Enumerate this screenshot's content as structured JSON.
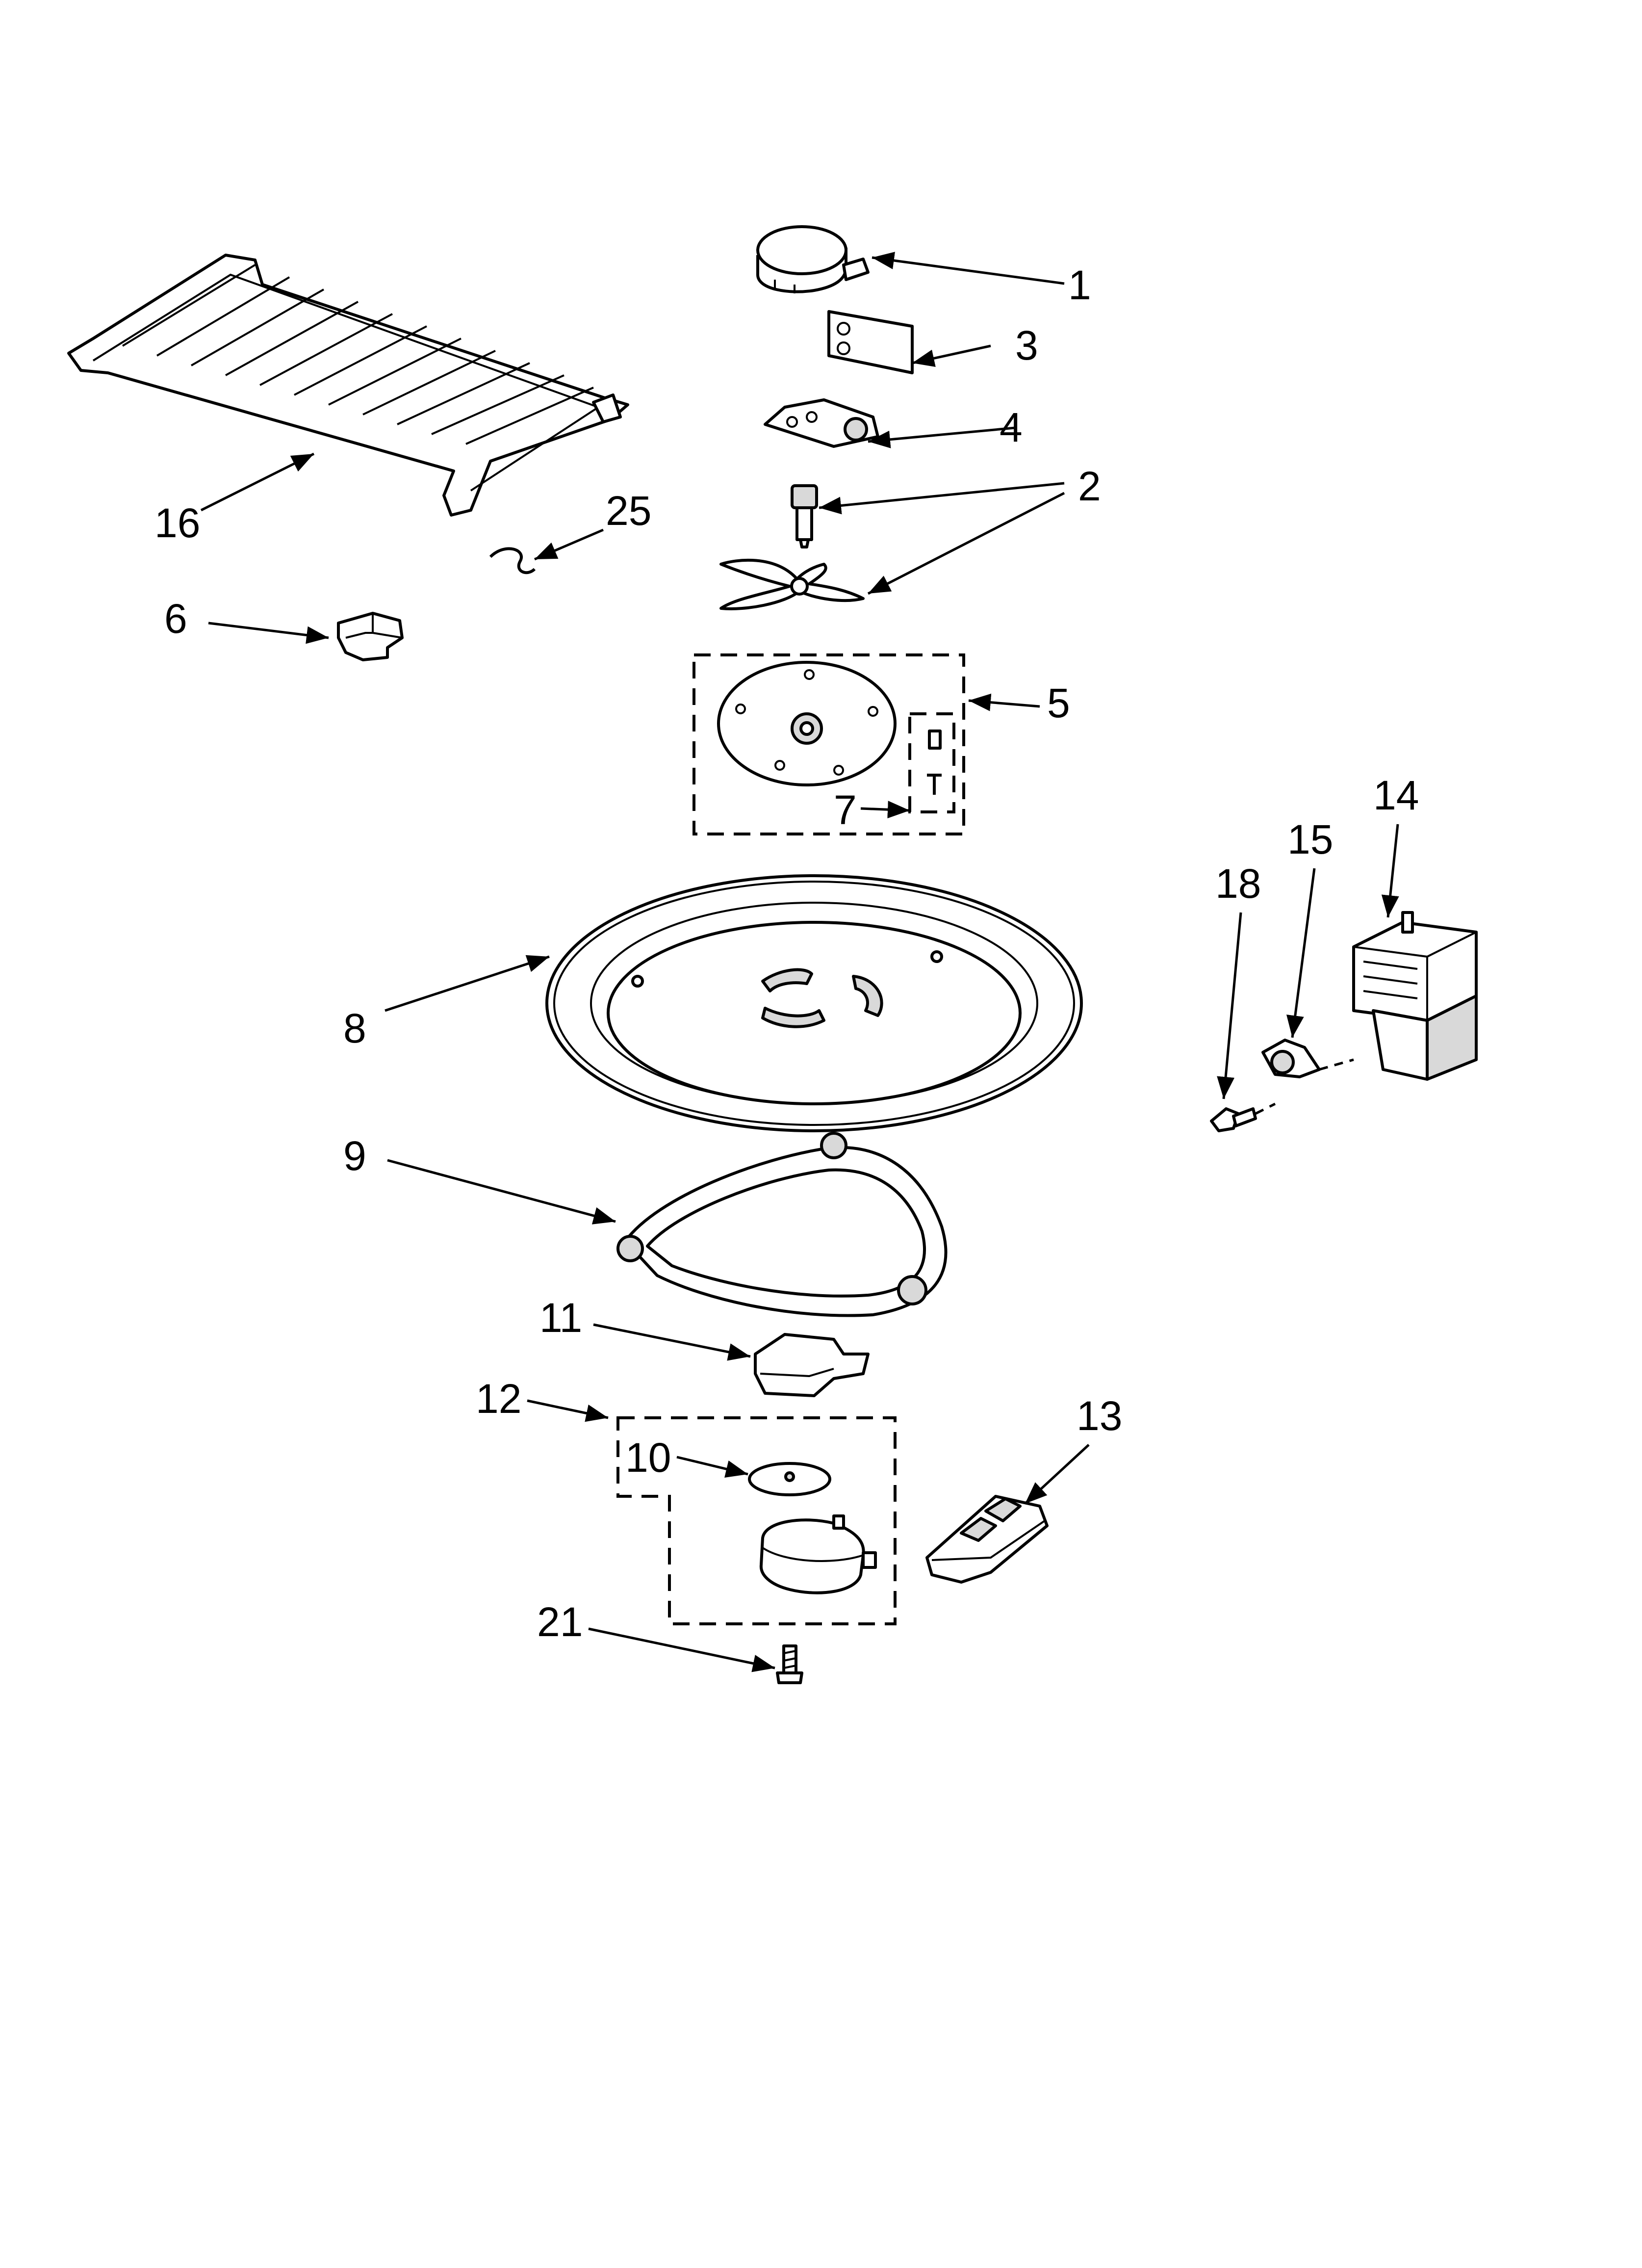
{
  "diagram": {
    "colors": {
      "line": "#000000",
      "background": "#ffffff",
      "shade": "#d9d9d9"
    },
    "callouts": [
      {
        "id": "c1",
        "text": "1"
      },
      {
        "id": "c2",
        "text": "2"
      },
      {
        "id": "c3",
        "text": "3"
      },
      {
        "id": "c4",
        "text": "4"
      },
      {
        "id": "c5",
        "text": "5"
      },
      {
        "id": "c6",
        "text": "6"
      },
      {
        "id": "c7",
        "text": "7"
      },
      {
        "id": "c8",
        "text": "8"
      },
      {
        "id": "c9",
        "text": "9"
      },
      {
        "id": "c10",
        "text": "10"
      },
      {
        "id": "c11",
        "text": "11"
      },
      {
        "id": "c12",
        "text": "12"
      },
      {
        "id": "c13",
        "text": "13"
      },
      {
        "id": "c14",
        "text": "14"
      },
      {
        "id": "c15",
        "text": "15"
      },
      {
        "id": "c16",
        "text": "16"
      },
      {
        "id": "c18",
        "text": "18"
      },
      {
        "id": "c21",
        "text": "21"
      },
      {
        "id": "c25",
        "text": "25"
      }
    ]
  }
}
